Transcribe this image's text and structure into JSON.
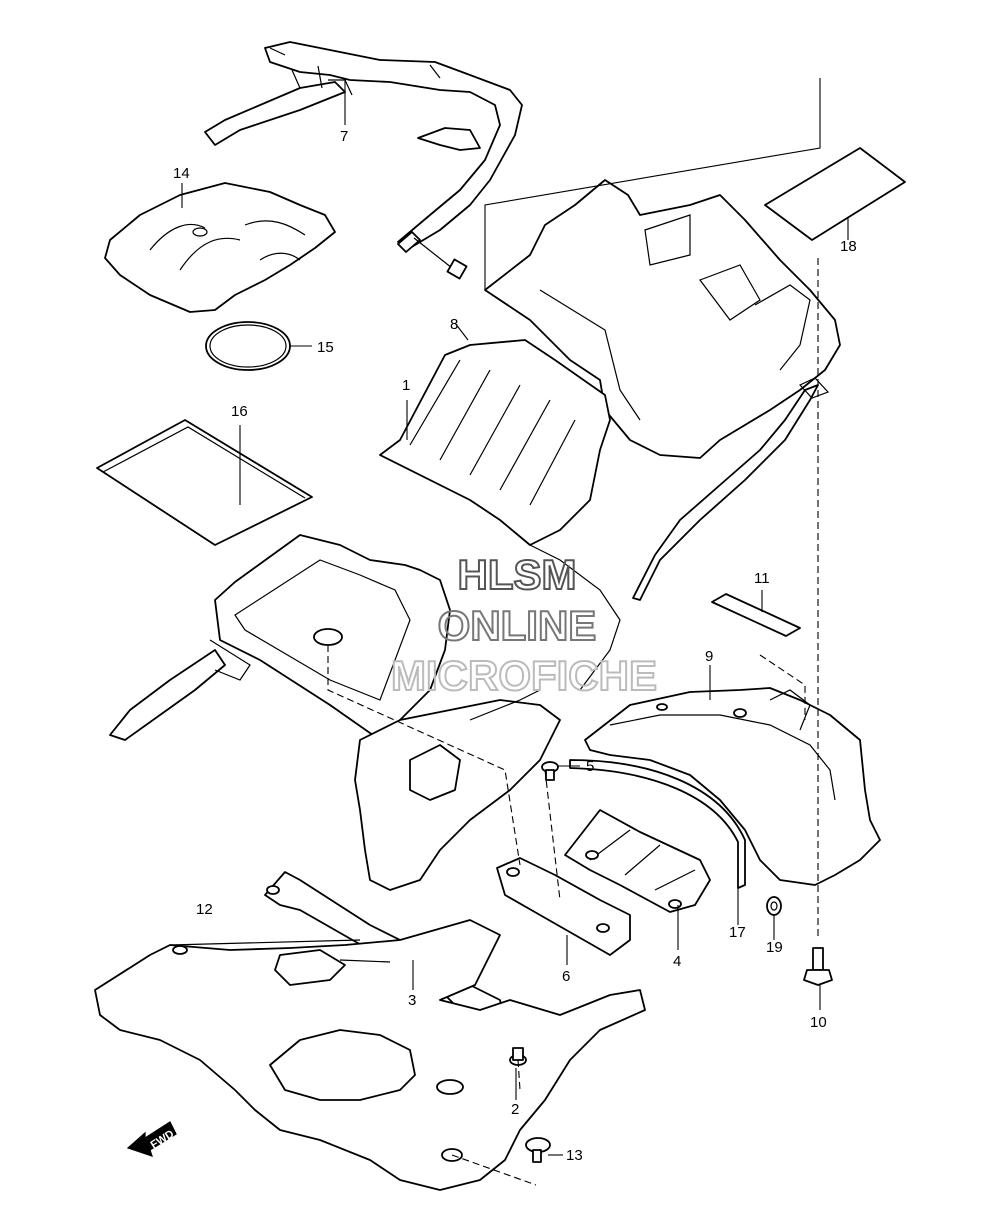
{
  "callouts": [
    {
      "id": "p1",
      "label": "1"
    },
    {
      "id": "p2",
      "label": "2"
    },
    {
      "id": "p3",
      "label": "3"
    },
    {
      "id": "p4",
      "label": "4"
    },
    {
      "id": "p5",
      "label": "5"
    },
    {
      "id": "p6",
      "label": "6"
    },
    {
      "id": "p7",
      "label": "7"
    },
    {
      "id": "p8",
      "label": "8"
    },
    {
      "id": "p9",
      "label": "9"
    },
    {
      "id": "p10",
      "label": "10"
    },
    {
      "id": "p11",
      "label": "11"
    },
    {
      "id": "p12",
      "label": "12"
    },
    {
      "id": "p13",
      "label": "13"
    },
    {
      "id": "p14",
      "label": "14"
    },
    {
      "id": "p15",
      "label": "15"
    },
    {
      "id": "p16",
      "label": "16"
    },
    {
      "id": "p17",
      "label": "17"
    },
    {
      "id": "p18",
      "label": "18"
    },
    {
      "id": "p19",
      "label": "19"
    }
  ],
  "watermark": {
    "line1": "HLSM",
    "line2": "ONLINE",
    "line3": "MICROFICHE"
  },
  "direction_arrow": {
    "label": "FWD",
    "icon": "forward-arrow-icon"
  }
}
